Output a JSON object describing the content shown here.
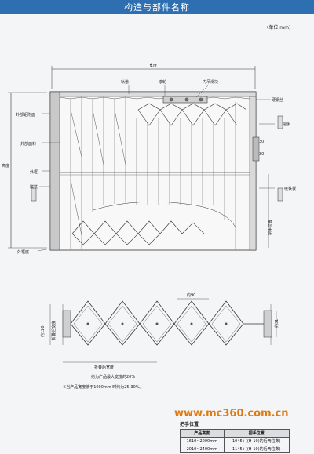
{
  "header": {
    "title": "构造与部件名称"
  },
  "unit": "(单位  mm)",
  "labels": {
    "width_top": "宽度",
    "track": "轨道",
    "wheel": "滚轮",
    "inner_slider": "内吊滑块",
    "hard_steel": "硬钢丝",
    "handle": "把手",
    "handle_gap": "30",
    "handle_size": "30",
    "outer_pipe_sleeve": "外部铝附面",
    "outer_fabric": "外部面料",
    "height": "高度",
    "outer_frame": "外框",
    "magnet": "磁铁",
    "iron_piece": "吸铁板",
    "handle_position": "把手位置",
    "outer_bottom": "外框底",
    "folded_width_v": "约120",
    "folded_width_label": "折叠后宽度",
    "pitch": "约90",
    "depth_label": "约31",
    "folded_total": "折叠后宽度",
    "folded_note": "约为产品最大宽度的20%",
    "footnote": "※当产品宽度低于1000mm 时约为25-30%。"
  },
  "watermark": "www.mc360.com.cn",
  "handle_table": {
    "title": "把手位置",
    "headers": [
      "产品高度",
      "把手位置"
    ],
    "rows": [
      [
        "1610~2000mm",
        "1045+((H-10)的后两位数)"
      ],
      [
        "2010~2400mm",
        "1145+((H-10)的后两位数)"
      ]
    ]
  }
}
